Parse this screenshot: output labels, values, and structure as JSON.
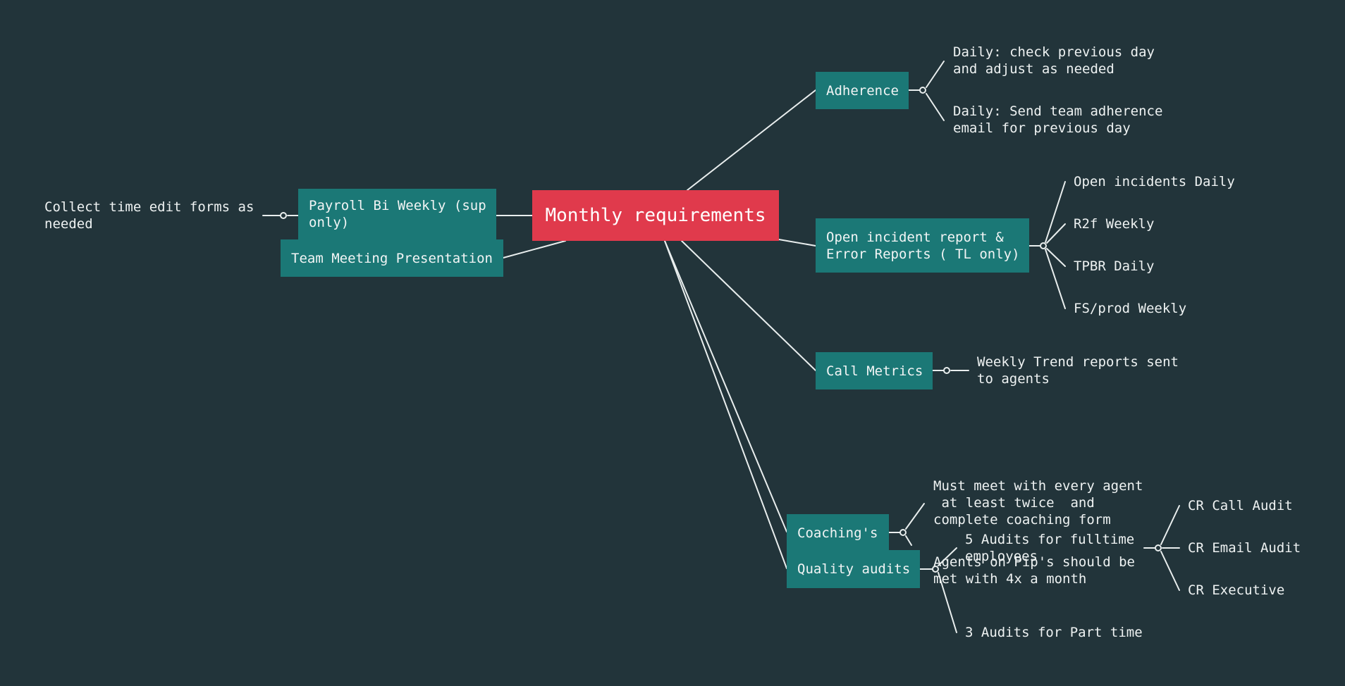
{
  "root": "Monthly requirements",
  "branches": {
    "adherence": {
      "label": "Adherence",
      "children": [
        "Daily: check previous day\nand adjust as needed",
        "Daily: Send team adherence\nemail for previous day"
      ]
    },
    "incident": {
      "label": "Open incident report &\nError Reports ( TL only)",
      "children": [
        "Open incidents Daily",
        "R2f Weekly",
        "TPBR Daily",
        "FS/prod Weekly"
      ]
    },
    "call_metrics": {
      "label": "Call Metrics",
      "children": [
        "Weekly Trend reports sent\nto agents"
      ]
    },
    "coaching": {
      "label": "Coaching's",
      "children": [
        "Must meet with every agent\n at least twice  and\ncomplete coaching form",
        "Agents on Pip's should be\nmet with 4x a month"
      ]
    },
    "quality": {
      "label": "Quality audits",
      "children": [
        {
          "label": "5 Audits for fulltime\nemployees",
          "children": [
            "CR Call Audit",
            "CR Email Audit",
            "CR Executive"
          ]
        },
        "3 Audits for Part time"
      ]
    },
    "payroll": {
      "label": "Payroll Bi Weekly (sup\nonly)",
      "children": [
        "Collect time edit forms as\nneeded"
      ]
    },
    "team_meeting": {
      "label": "Team Meeting Presentation",
      "children": []
    }
  },
  "colors": {
    "background": "#22343a",
    "root": "#e03a4c",
    "node": "#1b7876",
    "line": "#e9eeee",
    "text": "#eef2f2"
  }
}
